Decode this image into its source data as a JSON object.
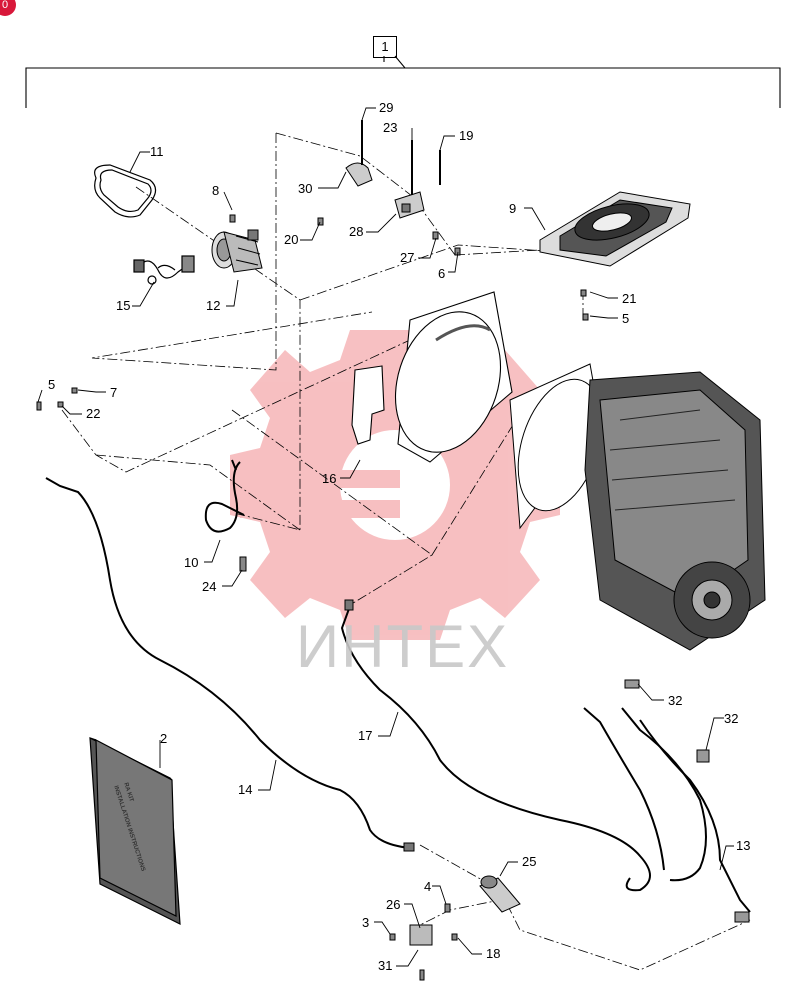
{
  "badge": {
    "text": "0"
  },
  "assembly_label": "1",
  "watermark": {
    "text": "ИНТЕХ",
    "color": "#e31e24"
  },
  "manual": {
    "line1": "RA KIT",
    "line2": "INSTALLATION INSTRUCTIONS"
  },
  "callouts": [
    {
      "id": "c29",
      "text": "29"
    },
    {
      "id": "c23",
      "text": "23"
    },
    {
      "id": "c19",
      "text": "19"
    },
    {
      "id": "c11",
      "text": "11"
    },
    {
      "id": "c8",
      "text": "8"
    },
    {
      "id": "c30",
      "text": "30"
    },
    {
      "id": "c9",
      "text": "9"
    },
    {
      "id": "c20",
      "text": "20"
    },
    {
      "id": "c28",
      "text": "28"
    },
    {
      "id": "c27",
      "text": "27"
    },
    {
      "id": "c6",
      "text": "6"
    },
    {
      "id": "c15",
      "text": "15"
    },
    {
      "id": "c12",
      "text": "12"
    },
    {
      "id": "c21",
      "text": "21"
    },
    {
      "id": "c5a",
      "text": "5"
    },
    {
      "id": "c5b",
      "text": "5"
    },
    {
      "id": "c7",
      "text": "7"
    },
    {
      "id": "c22",
      "text": "22"
    },
    {
      "id": "c16",
      "text": "16"
    },
    {
      "id": "c10",
      "text": "10"
    },
    {
      "id": "c24",
      "text": "24"
    },
    {
      "id": "c32a",
      "text": "32"
    },
    {
      "id": "c32b",
      "text": "32"
    },
    {
      "id": "c2",
      "text": "2"
    },
    {
      "id": "c17",
      "text": "17"
    },
    {
      "id": "c14",
      "text": "14"
    },
    {
      "id": "c13",
      "text": "13"
    },
    {
      "id": "c25",
      "text": "25"
    },
    {
      "id": "c4",
      "text": "4"
    },
    {
      "id": "c26",
      "text": "26"
    },
    {
      "id": "c3",
      "text": "3"
    },
    {
      "id": "c18",
      "text": "18"
    },
    {
      "id": "c31",
      "text": "31"
    }
  ]
}
